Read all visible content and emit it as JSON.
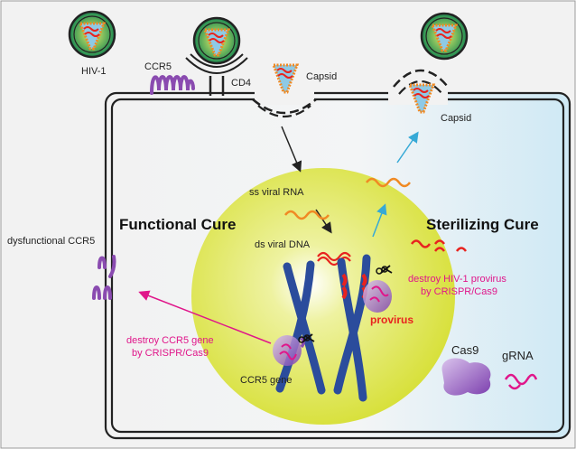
{
  "labels": {
    "hiv1": "HIV-1",
    "ccr5": "CCR5",
    "cd4": "CD4",
    "capsid_top": "Capsid",
    "capsid_right": "Capsid",
    "ss_rna": "ss viral RNA",
    "ds_dna": "ds viral DNA",
    "functional_cure": "Functional Cure",
    "sterilizing_cure": "Sterilizing Cure",
    "dysfunctional_ccr5": "dysfunctional CCR5",
    "destroy_ccr5_line1": "destroy CCR5 gene",
    "destroy_ccr5_line2": "by CRISPR/Cas9",
    "destroy_provirus_line1": "destroy HIV-1 provirus",
    "destroy_provirus_line2": "by CRISPR/Cas9",
    "provirus": "provirus",
    "ccr5_gene": "CCR5 gene",
    "cas9": "Cas9",
    "grna": "gRNA"
  },
  "colors": {
    "magenta": "#e0168a",
    "red": "#e8231f",
    "orange": "#f08a24",
    "blue_chromosome": "#2b4c9c",
    "purple": "#8a4bb0",
    "cyan_arrow": "#36a9d6",
    "nucleus": "#d9e34a"
  }
}
